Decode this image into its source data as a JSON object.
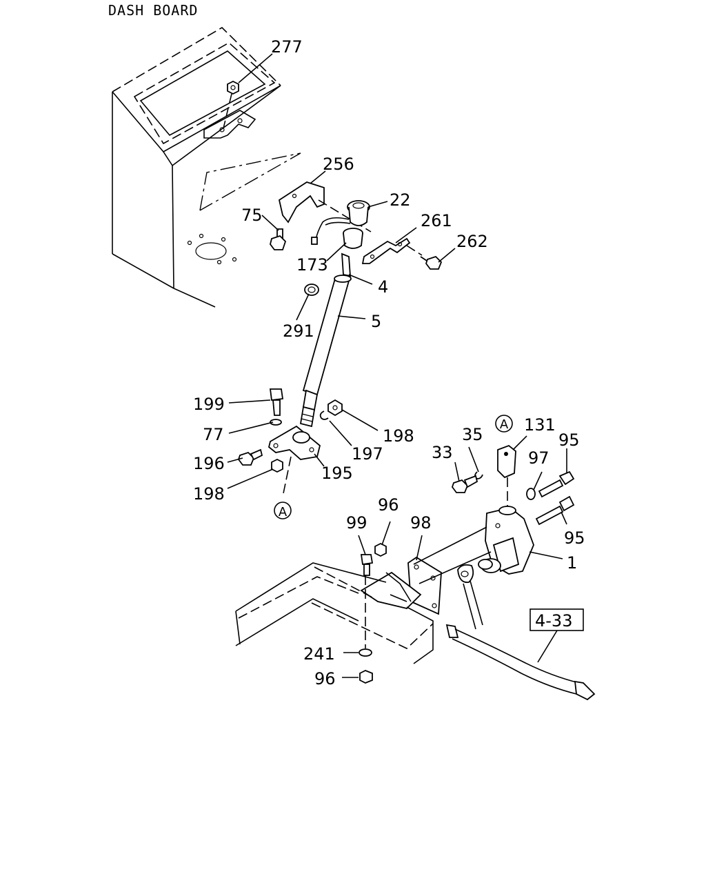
{
  "title": "DASH BOARD",
  "labels": {
    "l277": "277",
    "l256": "256",
    "l22": "22",
    "l75": "75",
    "l261": "261",
    "l262": "262",
    "l173": "173",
    "l4": "4",
    "l5": "5",
    "l291": "291",
    "l199": "199",
    "l77": "77",
    "l198a": "198",
    "l197": "197",
    "l196": "196",
    "l195": "195",
    "l198b": "198",
    "l35": "35",
    "l131": "131",
    "l95a": "95",
    "l33": "33",
    "l97": "97",
    "l96a": "96",
    "l98": "98",
    "l99": "99",
    "l95b": "95",
    "l1": "1",
    "l433": "4-33",
    "l241": "241",
    "l96b": "96"
  },
  "markers": {
    "a_top": "A",
    "a_bottom": "A"
  }
}
